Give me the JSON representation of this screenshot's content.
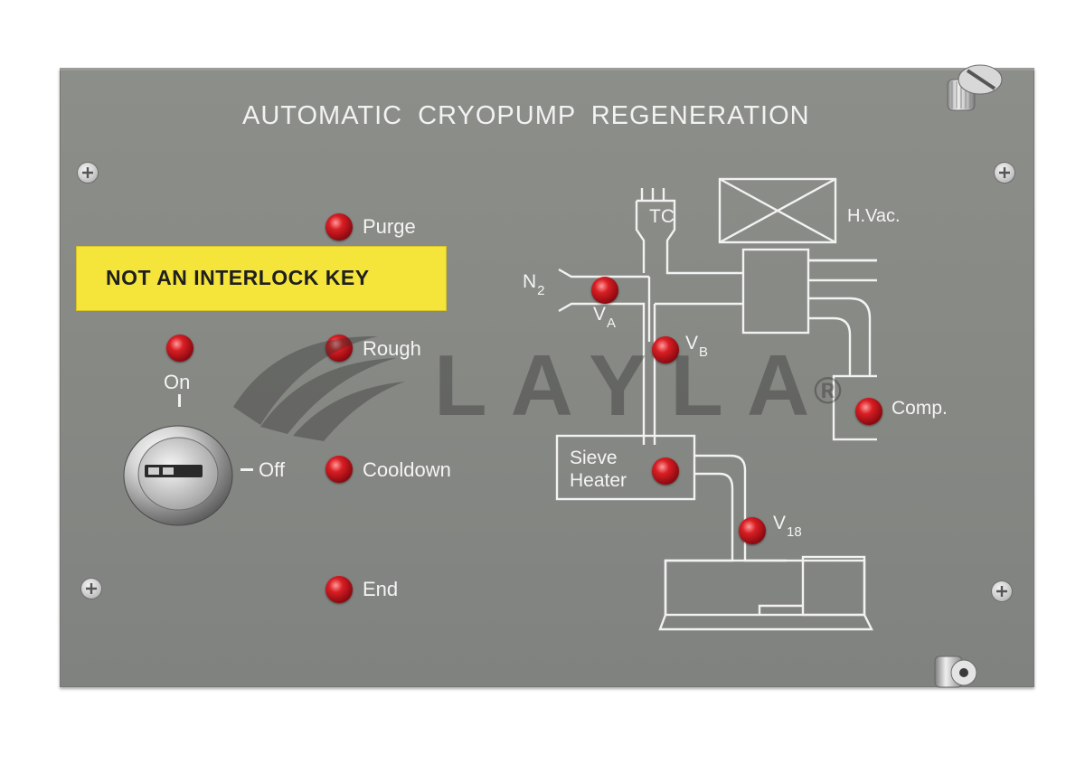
{
  "panel": {
    "title": "AUTOMATIC CRYOPUMP REGENERATION",
    "colors": {
      "panel": "#868884",
      "legend": "#f2f2f2",
      "led": "#d81e24",
      "warning": "#f5e43a"
    }
  },
  "warning_label": {
    "text": "NOT AN INTERLOCK KEY"
  },
  "key_switch": {
    "on_label": "On",
    "off_label": "Off"
  },
  "status_indicators": [
    {
      "label": "Purge"
    },
    {
      "label": "Rough"
    },
    {
      "label": "Cooldown"
    },
    {
      "label": "End"
    }
  ],
  "diagram": {
    "tc_label": "TC",
    "hvac_label": "H.Vac.",
    "n2": {
      "base": "N",
      "sub": "2"
    },
    "va": {
      "base": "V",
      "sub": "A"
    },
    "vb": {
      "base": "V",
      "sub": "B"
    },
    "sieve_heater": {
      "line1": "Sieve",
      "line2": "Heater"
    },
    "comp_label": "Comp.",
    "v18": {
      "base": "V",
      "sub": "18"
    }
  },
  "watermark": {
    "text": "LAYLA",
    "mark": "®"
  },
  "icons": [
    "phillips-screw-icon",
    "thumb-screw-icon",
    "standoff-icon",
    "key-switch-icon",
    "led-indicator-icon",
    "vacuum-valve-icon"
  ]
}
